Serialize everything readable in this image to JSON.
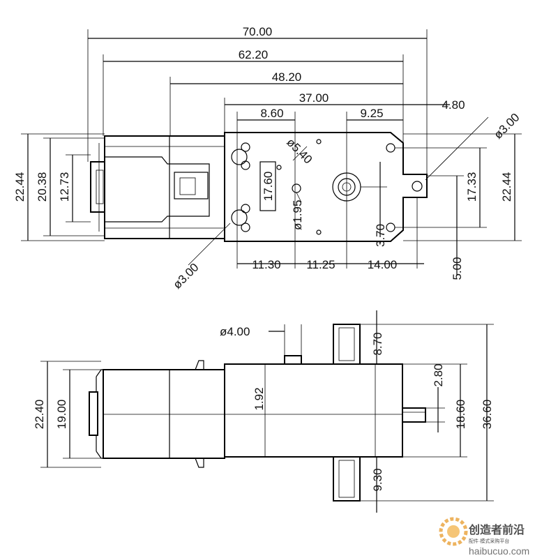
{
  "top_view": {
    "length_total": "70.00",
    "length_62": "62.20",
    "length_48": "48.20",
    "length_37": "37.00",
    "hole_spacing_a": "8.60",
    "shaft_offset": "9.25",
    "tab_length": "4.80",
    "tab_hole_dia": "ø3.00",
    "height_total_left": "22.44",
    "height_total_right": "22.44",
    "height_20": "20.38",
    "height_12": "12.73",
    "height_17_33": "17.33",
    "boss_dia": "ø5.40",
    "inner_height": "17.60",
    "small_hole_dia": "ø1.95",
    "offset_3_70": "3.70",
    "mount_hole_dia": "ø3.00",
    "dist_11_30": "11.30",
    "dist_11_25": "11.25",
    "dist_14_00": "14.00",
    "dist_5_00": "5.00"
  },
  "side_view": {
    "shaft_dia": "ø4.00",
    "tab_top": "8.70",
    "height_22_40": "22.40",
    "height_19_00": "19.00",
    "center_1_92": "1.92",
    "shaft_offset_2_80": "2.80",
    "height_18_60": "18.60",
    "height_36_60": "36.60",
    "tab_bottom": "9.30"
  },
  "watermark": {
    "title_cn": "创造者前沿",
    "subtitle_cn": "配件·模式采购平台",
    "url": "haibucuo.com"
  }
}
